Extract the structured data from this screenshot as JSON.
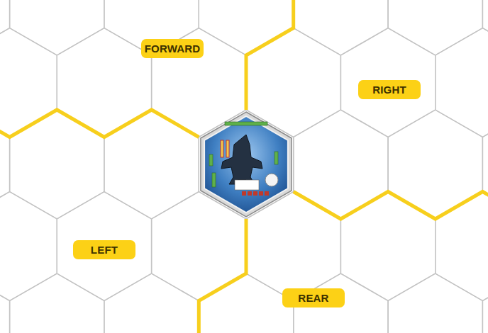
{
  "diagram": {
    "nodes": [
      {
        "text": [
          "FORWARD"
        ]
      },
      {
        "text": [
          "RIGHT"
        ]
      },
      {
        "text": [
          "LEFT"
        ]
      },
      {
        "text": [
          "REAR"
        ]
      }
    ]
  }
}
